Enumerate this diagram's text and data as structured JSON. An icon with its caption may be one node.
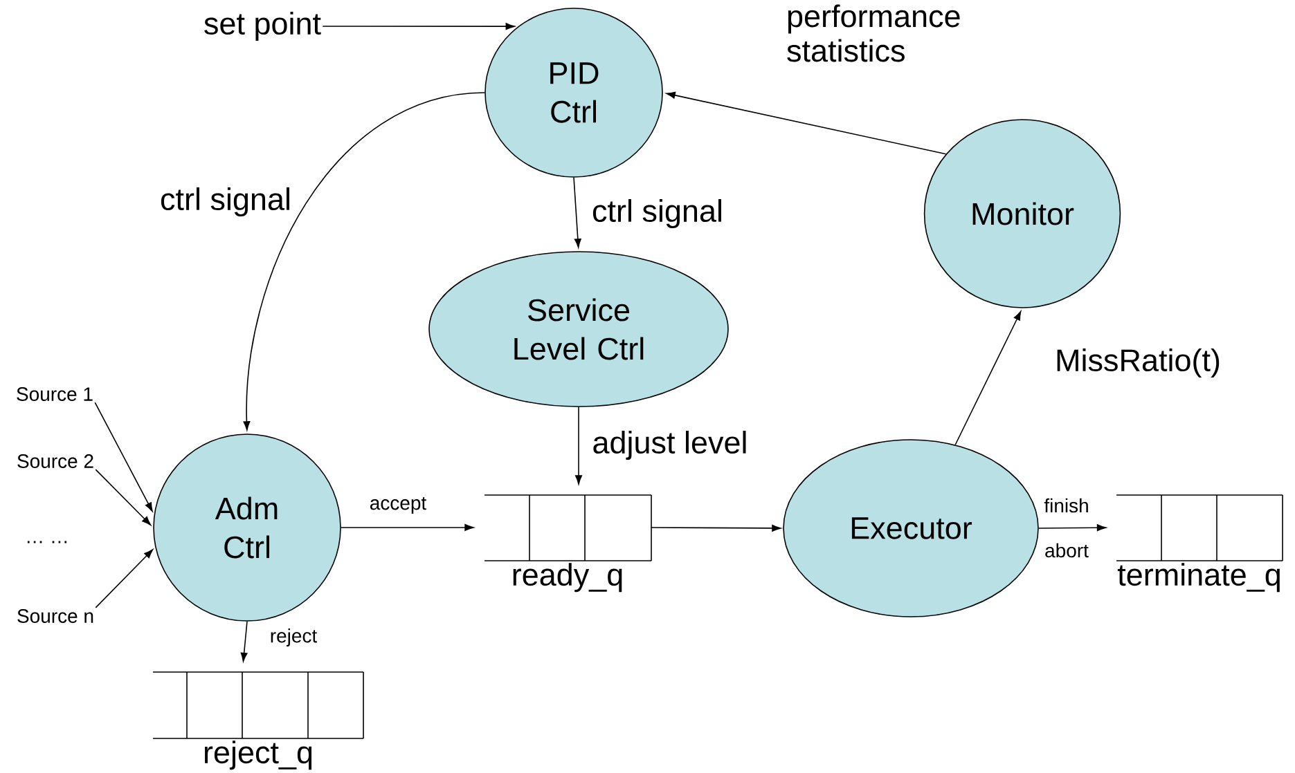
{
  "diagram": {
    "nodes": [
      {
        "text": [
          "PID Ctrl"
        ]
      },
      {
        "text": [
          "Monitor"
        ]
      },
      {
        "text": [
          "Service Level Ctrl"
        ]
      },
      {
        "text": [
          "Adm Ctrl"
        ]
      },
      {
        "text": [
          "ready_q"
        ]
      },
      {
        "text": [
          "Executor"
        ]
      },
      {
        "text": [
          "terminate_q"
        ]
      },
      {
        "text": [
          "reject_q"
        ]
      },
      {
        "text": [
          "set point"
        ]
      },
      {
        "text": [
          "Source 1"
        ]
      },
      {
        "text": [
          "Source 2"
        ]
      },
      {
        "text": [
          "Source n"
        ]
      }
    ],
    "edges": [
      {
        "from": 8,
        "to": 0,
        "arrow": "to"
      },
      {
        "from": 0,
        "to": 3,
        "arrow": "to",
        "label": "ctrl signal"
      },
      {
        "from": 0,
        "to": 2,
        "arrow": "to",
        "label": "ctrl signal"
      },
      {
        "from": 1,
        "to": 0,
        "arrow": "to",
        "label": "performance statistics"
      },
      {
        "from": 9,
        "to": 3,
        "arrow": "to"
      },
      {
        "from": 10,
        "to": 3,
        "arrow": "to"
      },
      {
        "from": 11,
        "to": 3,
        "arrow": "to"
      },
      {
        "from": 3,
        "to": 4,
        "arrow": "to",
        "label": "accept"
      },
      {
        "from": 2,
        "to": 4,
        "arrow": "to",
        "label": "adjust level"
      },
      {
        "from": 4,
        "to": 5,
        "arrow": "to"
      },
      {
        "from": 5,
        "to": 6,
        "arrow": "to",
        "label": "finish"
      },
      {
        "from": 5,
        "to": 1,
        "arrow": "to",
        "label": "MissRatio(t)"
      },
      {
        "from": 3,
        "to": 7,
        "arrow": "to",
        "label": "reject"
      }
    ],
    "labels": [
      "… …",
      "abort"
    ]
  }
}
